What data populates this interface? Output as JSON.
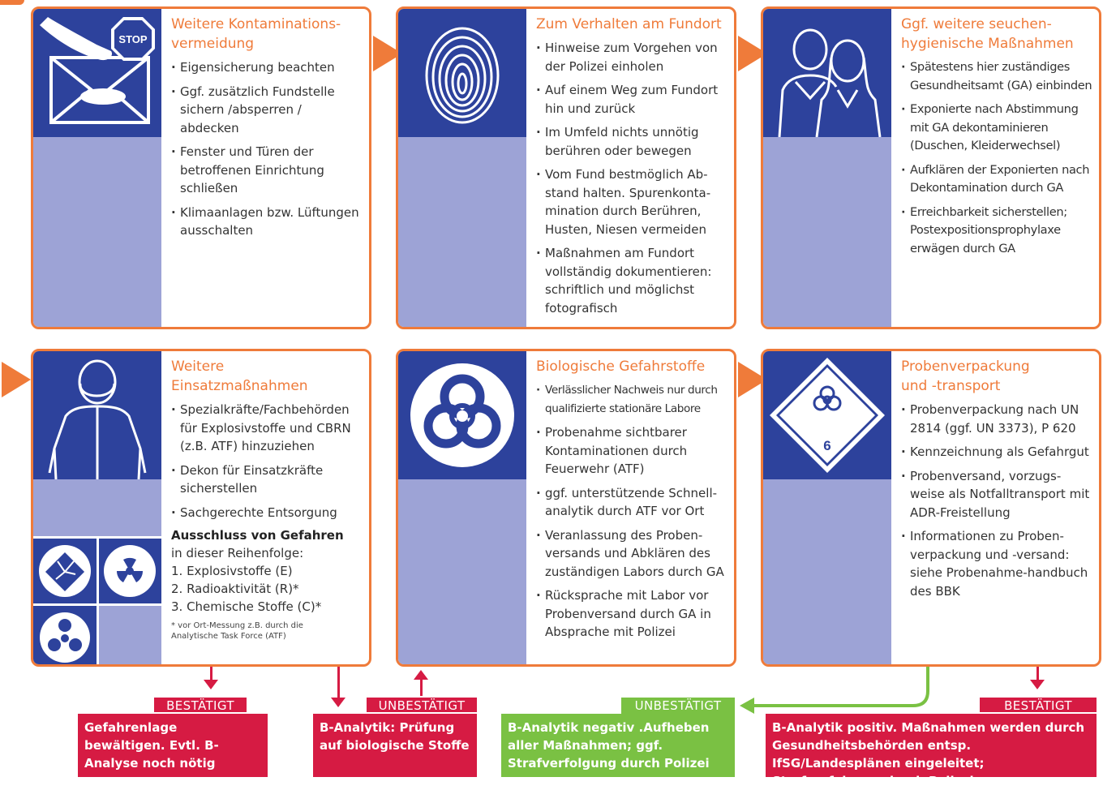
{
  "colors": {
    "accent_orange": "#ef7b3a",
    "dark_blue": "#2d429c",
    "lavender": "#9da3d6",
    "confirmed_red": "#d61b43",
    "unconfirmed_green": "#7ac143"
  },
  "cards": {
    "kontamination": {
      "title": "Weitere Kontaminations-vermeidung",
      "icons": [
        "envelope-hand-icon",
        "stop-sign-icon"
      ],
      "stop_text": "STOP",
      "items": [
        "Eigensicherung beachten",
        "Ggf. zusätzlich Fundstelle sichern /absperren / abdecken",
        "Fenster und Türen der betroffenen Einrichtung schließen",
        "Klimaanlagen bzw. Lüftungen ausschalten"
      ]
    },
    "fundort": {
      "title": "Zum Verhalten am Fundort",
      "icon": "fingerprint-icon",
      "items": [
        "Hinweise zum Vorgehen von der Polizei einholen",
        "Auf einem Weg zum Fundort hin und zurück",
        "Im Umfeld nichts unnötig berühren oder bewegen",
        "Vom Fund bestmöglich Ab-stand halten. Spurenkonta-mination durch Berühren, Husten, Niesen vermeiden",
        "Maßnahmen am Fundort vollständig dokumentieren: schriftlich und möglichst fotografisch"
      ]
    },
    "seuchen": {
      "title": "Ggf. weitere seuchen-hygienische Maßnahmen",
      "icon": "people-icon",
      "items": [
        "Spätestens hier zuständiges Gesundheitsamt (GA) einbinden",
        "Exponierte nach Abstimmung mit GA dekontaminieren (Duschen, Kleiderwechsel)",
        "Aufklären der Exponierten nach Dekontamination durch GA",
        "Erreichbarkeit sicherstellen; Postexpositionsprophylaxe erwägen durch GA"
      ]
    },
    "einsatz": {
      "title": "Weitere Einsatzmaßnahmen",
      "icon": "protective-suit-icon",
      "hazard_icons": [
        "explosive-icon",
        "radioactive-icon",
        "chemical-icon"
      ],
      "items": [
        "Spezialkräfte/Fachbehörden für Explosivstoffe und CBRN (z.B. ATF) hinzuziehen",
        "Dekon für Einsatzkräfte sicherstellen",
        "Sachgerechte Entsorgung"
      ],
      "exclusion_heading": "Ausschluss von Gefahren",
      "exclusion_intro": "in dieser Reihenfolge:",
      "exclusion_list": [
        "1. Explosivstoffe (E)",
        "2. Radioaktivität (R)*",
        "3. Chemische Stoffe (C)*"
      ],
      "footnote": "* vor Ort-Messung z.B. durch die Analytische Task Force (ATF)"
    },
    "biologisch": {
      "title": "Biologische Gefahrstoffe",
      "icon": "biohazard-icon",
      "items": [
        "Verlässlicher Nachweis nur durch qualifizierte stationäre Labore",
        "Probenahme sichtbarer Kontaminationen durch Feuerwehr (ATF)",
        "ggf. unterstützende Schnell-analytik durch ATF vor Ort",
        "Veranlassung des Proben-versands und Abklären des zuständigen Labors durch GA",
        "Rücksprache mit Labor vor Probenversand durch GA in Absprache mit Polizei"
      ]
    },
    "proben": {
      "title": "Probenverpackung und -transport",
      "icon": "dangerous-goods-class6-icon",
      "diamond_number": "6",
      "items": [
        "Probenverpackung nach UN 2814 (ggf. UN 3373), P 620",
        "Kennzeichnung als Gefahrgut",
        "Probenversand, vorzugs-weise als Notfalltransport mit ADR-Freistellung",
        "Informationen zu Proben-verpackung und -versand: siehe Probenahme-handbuch des BBK"
      ]
    }
  },
  "outcomes": {
    "tag_confirmed_1": "BESTÄTIGT",
    "text_1": "Gefahrenlage bewältigen. Evtl. B-Analyse noch nötig",
    "tag_unconfirmed_1": "UNBESTÄTIGT",
    "text_2": "B-Analytik: Prüfung auf biologische Stoffe",
    "tag_unconfirmed_2": "UNBESTÄTIGT",
    "text_3": "B-Analytik negativ .Aufheben aller Maßnahmen; ggf. Strafverfolgung durch Polizei",
    "tag_confirmed_2": "BESTÄTIGT",
    "text_4": "B-Analytik positiv. Maßnahmen werden durch Gesundheitsbehörden entsp. IfSG/Landesplänen eingeleitet; Strafverfolgung durch Polizei"
  }
}
